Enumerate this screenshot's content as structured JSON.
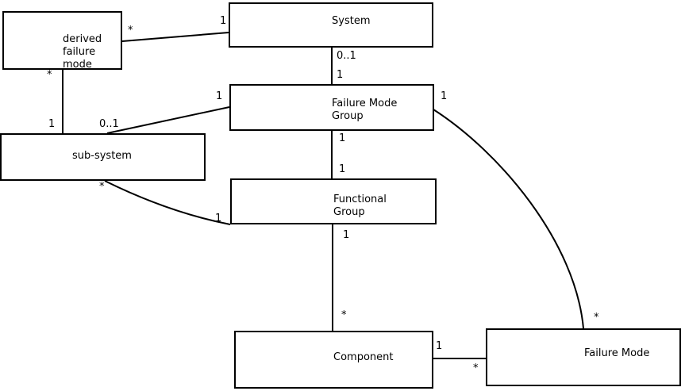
{
  "colors": {
    "background": "#ffffff",
    "line": "#000000",
    "text": "#000000"
  },
  "nodes": {
    "derived_failure_mode": {
      "label": "derived\nfailure\nmode"
    },
    "system": {
      "label": "System"
    },
    "failure_mode_group": {
      "label": "Failure Mode\nGroup"
    },
    "sub_system": {
      "label": "sub-system"
    },
    "functional_group": {
      "label": "Functional\nGroup"
    },
    "component": {
      "label": "Component"
    },
    "failure_mode": {
      "label": "Failure Mode"
    }
  },
  "multiplicities": {
    "derived_to_system_star": "*",
    "derived_to_system_one": "1",
    "system_to_fmg_zero_one": "0..1",
    "system_to_fmg_one": "1",
    "subsystem_to_fmg_one": "1",
    "subsystem_to_fmg_zero_one": "0..1",
    "derived_to_subsystem_star": "*",
    "derived_to_subsystem_one": "1",
    "fmg_to_failuremode_one": "1",
    "fmg_to_failuremode_star": "*",
    "fmg_to_fg_one_upper": "1",
    "fmg_to_fg_one_lower": "1",
    "subsystem_to_fg_star": "*",
    "subsystem_to_fg_one": "1",
    "fg_to_component_one": "1",
    "fg_to_component_star": "*",
    "component_to_failuremode_one": "1",
    "component_to_failuremode_star": "*"
  }
}
